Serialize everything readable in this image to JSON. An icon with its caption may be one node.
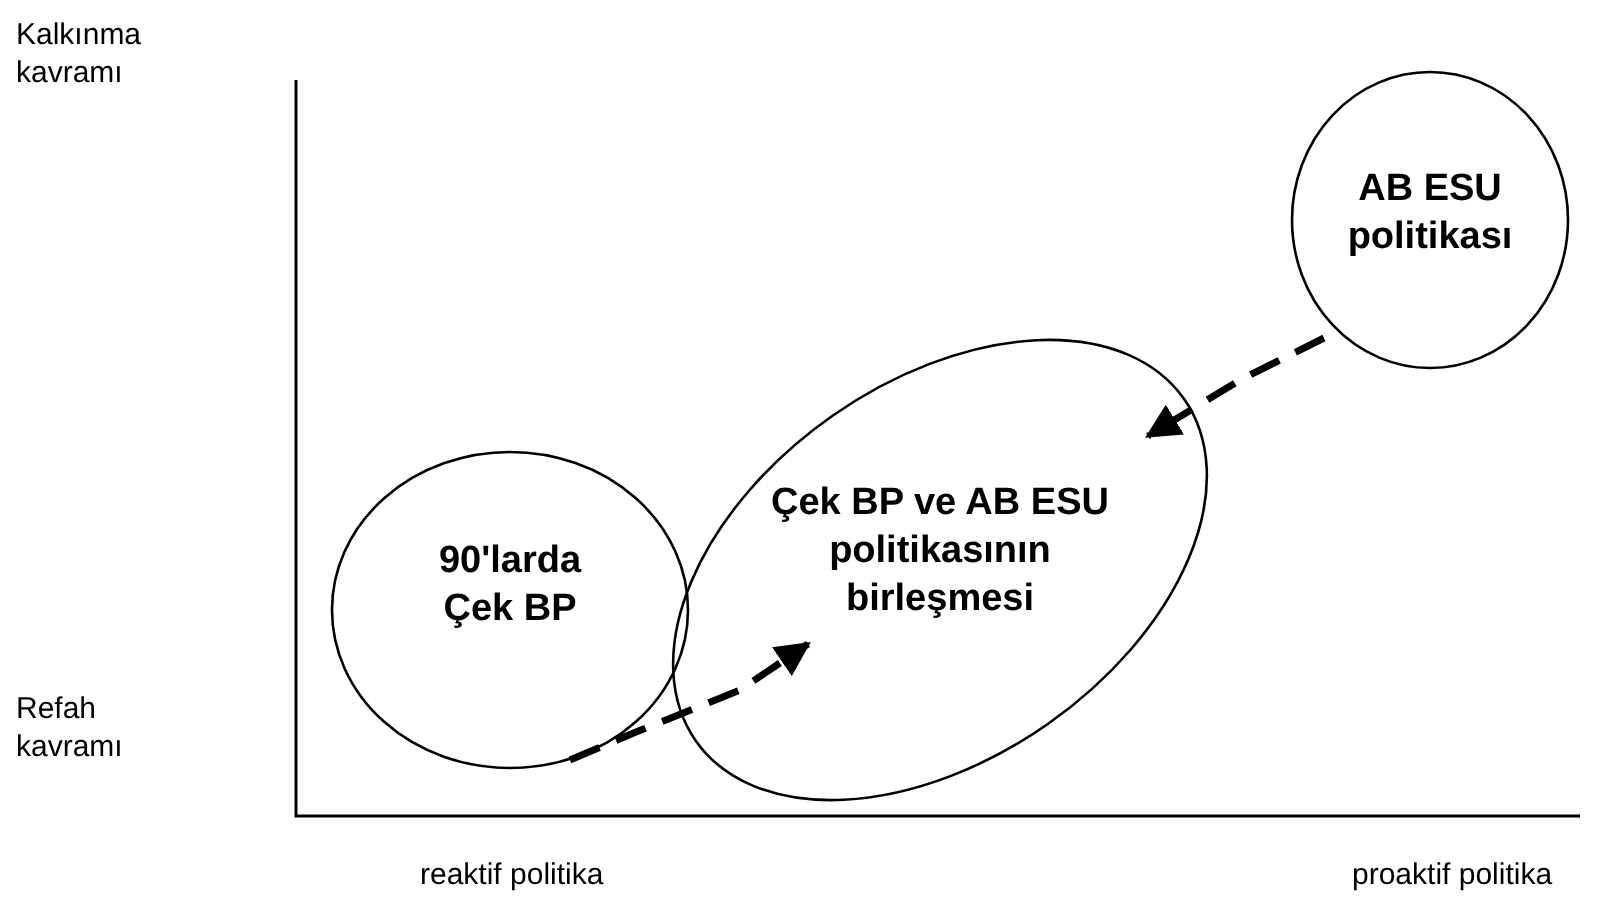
{
  "diagram": {
    "nodes": [
      {
        "text": [
          "90'larda Çek BP"
        ]
      },
      {
        "text": [
          "Çek BP ve AB ESU politikasının birleşmesi"
        ]
      },
      {
        "text": [
          "AB ESU politikası"
        ]
      }
    ],
    "edges": [
      {
        "from": 0,
        "to": 1,
        "arrow": "to",
        "style": "dashed"
      },
      {
        "from": 2,
        "to": 1,
        "arrow": "to",
        "style": "dashed"
      }
    ],
    "labels": [
      "Kalkınma kavramı",
      "Refah kavramı",
      "reaktif politika",
      "proaktif politika"
    ]
  }
}
